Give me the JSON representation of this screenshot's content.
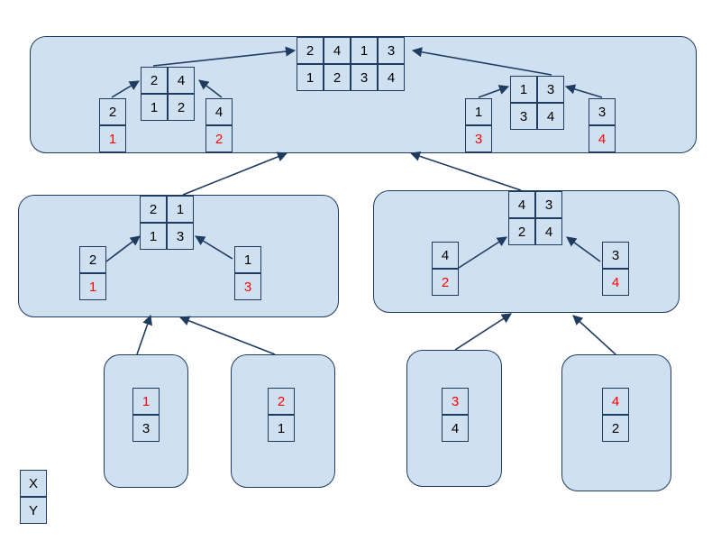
{
  "colors": {
    "box_fill": "#cfe0f1",
    "stroke": "#1f3b5f",
    "key_text": "#ff0000",
    "value_text": "#000000"
  },
  "legend": {
    "top": "X",
    "bottom": "Y"
  },
  "level0": {
    "leaf_a": {
      "top": "1",
      "bottom": "3"
    },
    "leaf_b": {
      "top": "2",
      "bottom": "1"
    },
    "leaf_c": {
      "top": "3",
      "bottom": "4"
    },
    "leaf_d": {
      "top": "4",
      "bottom": "2"
    }
  },
  "level1": {
    "left": {
      "in_a": {
        "top": "2",
        "bottom": "1"
      },
      "in_b": {
        "top": "1",
        "bottom": "3"
      },
      "merged": {
        "row1": [
          "2",
          "1"
        ],
        "row2": [
          "1",
          "3"
        ]
      }
    },
    "right": {
      "in_a": {
        "top": "4",
        "bottom": "2"
      },
      "in_b": {
        "top": "3",
        "bottom": "4"
      },
      "merged": {
        "row1": [
          "4",
          "3"
        ],
        "row2": [
          "2",
          "4"
        ]
      }
    }
  },
  "level2": {
    "in_a": {
      "top": "2",
      "bottom": "1"
    },
    "in_b": {
      "top": "4",
      "bottom": "2"
    },
    "in_c": {
      "top": "1",
      "bottom": "3"
    },
    "in_d": {
      "top": "3",
      "bottom": "4"
    },
    "left_merged": {
      "row1": [
        "2",
        "4"
      ],
      "row2": [
        "1",
        "2"
      ]
    },
    "right_merged": {
      "row1": [
        "1",
        "3"
      ],
      "row2": [
        "3",
        "4"
      ]
    },
    "final": {
      "row1": [
        "2",
        "4",
        "1",
        "3"
      ],
      "row2": [
        "1",
        "2",
        "3",
        "4"
      ]
    }
  }
}
